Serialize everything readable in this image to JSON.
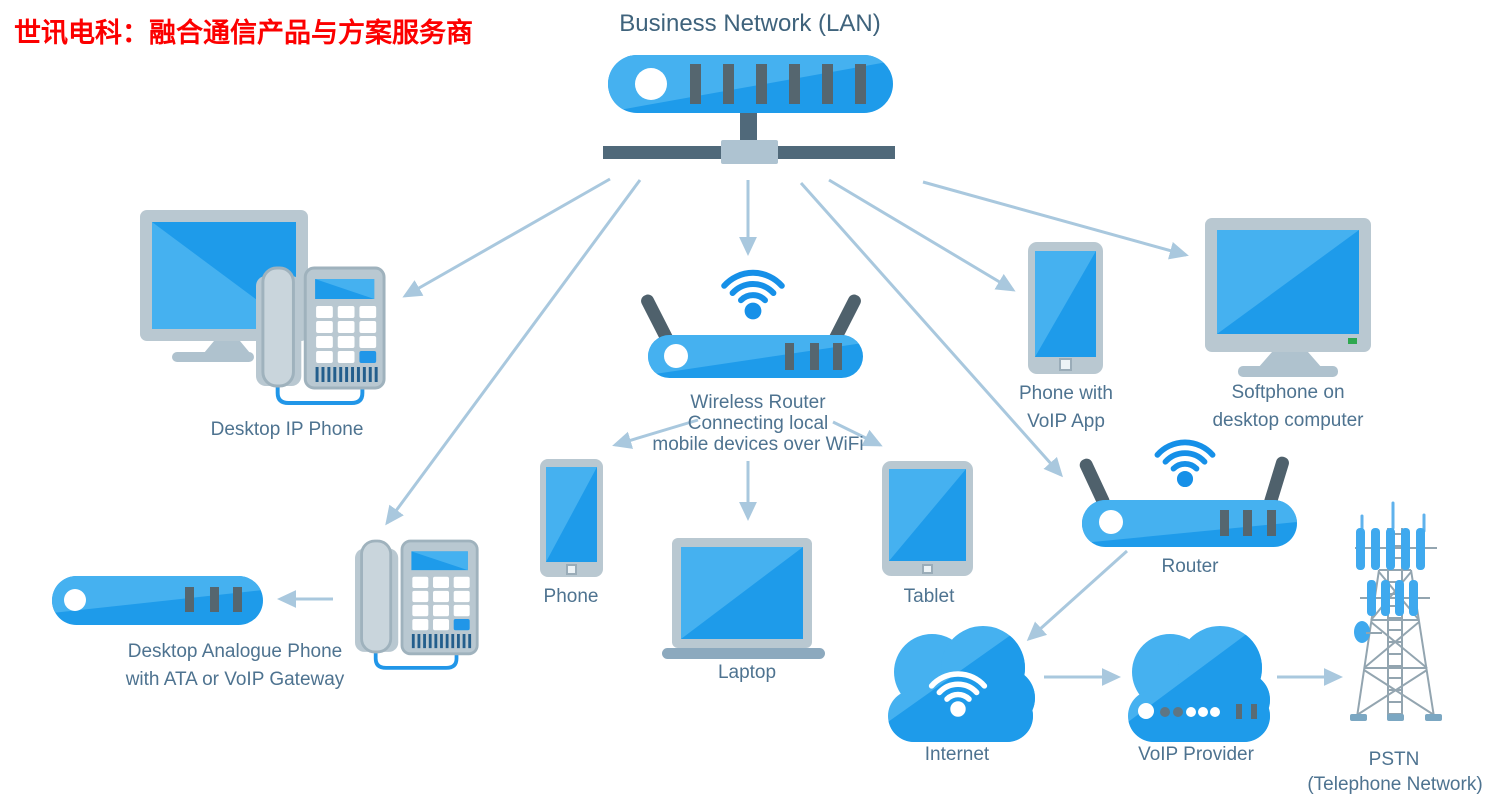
{
  "watermark": "世讯电科：融合通信产品与方案服务商",
  "title": "Business Network (LAN)",
  "colors": {
    "device_blue_dark": "#1E9BEA",
    "device_blue_light": "#45B1F0",
    "wifi_blue": "#1690E8",
    "bezel_gray": "#B9C8D1",
    "stand_gray": "#AFC2CE",
    "dark_slate": "#55666F",
    "switch_bar_gray": "#50697A",
    "arrow_blue_gray": "#A9C8DE",
    "label_text": "#4E7390",
    "title_text": "#3F637C",
    "watermark_red": "#FC0000",
    "led_green": "#2EA84F",
    "speaker_navy": "#235E8C",
    "tower_gray": "#93A5B0",
    "laptop_base": "#8CA9BE"
  },
  "nodes": {
    "lan_switch": {
      "lines": []
    },
    "desktop_ip_phone": {
      "lines": [
        "Desktop IP Phone"
      ]
    },
    "wireless_router": {
      "lines": [
        "Wireless Router",
        "Connecting local",
        "mobile devices over WiFi"
      ]
    },
    "phone_with_voip_app": {
      "lines": [
        "Phone with",
        "VoIP App"
      ]
    },
    "softphone": {
      "lines": [
        "Softphone on",
        "desktop computer"
      ]
    },
    "router": {
      "lines": [
        "Router"
      ]
    },
    "analogue_phone": {
      "lines": [
        "Desktop Analogue Phone",
        "with ATA or VoIP Gateway"
      ]
    },
    "phone": {
      "lines": [
        "Phone"
      ]
    },
    "laptop": {
      "lines": [
        "Laptop"
      ]
    },
    "tablet": {
      "lines": [
        "Tablet"
      ]
    },
    "internet": {
      "lines": [
        "Internet"
      ]
    },
    "voip_provider": {
      "lines": [
        "VoIP Provider"
      ]
    },
    "pstn": {
      "lines": [
        "PSTN",
        "(Telephone Network)"
      ]
    }
  }
}
